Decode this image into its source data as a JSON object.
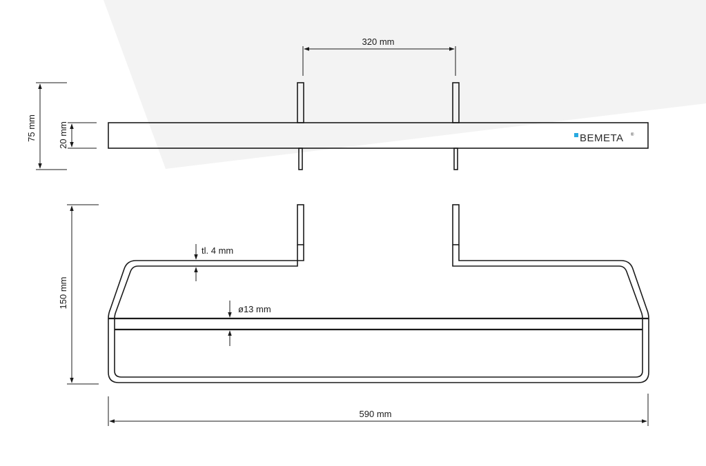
{
  "dimensions": {
    "bracket_spacing": "320 mm",
    "total_height_side": "75 mm",
    "bar_height_side": "20 mm",
    "depth": "150 mm",
    "wall_thickness": "tl. 4 mm",
    "tube_diameter": "ø13 mm",
    "total_width": "590 mm"
  },
  "brand": {
    "name": "BEMETA",
    "registered_mark": "®",
    "accent_color": "#29a9e0"
  },
  "colors": {
    "line": "#1a1a1a",
    "background_shade": "#f3f3f3"
  }
}
